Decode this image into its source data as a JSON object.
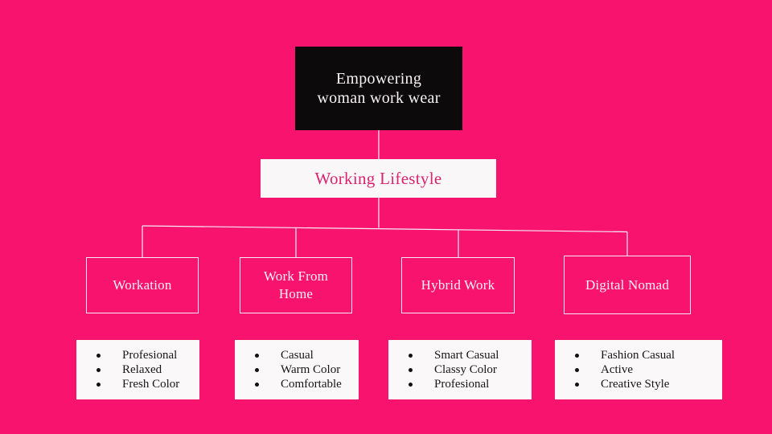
{
  "slide": {
    "background_color": "#f8146e",
    "root_box_color": "#0d0a0b",
    "white_box_color": "#fbf8f9",
    "connector_color": "#f3ebf7",
    "lifestyle_text_color": "#d9246f"
  },
  "tree": {
    "root": {
      "title": "Empowering\nwoman work wear"
    },
    "level2": {
      "label": "Working Lifestyle"
    },
    "branches": [
      {
        "label": "Workation",
        "items": [
          "Profesional",
          "Relaxed",
          "Fresh Color"
        ]
      },
      {
        "label": "Work From\nHome",
        "items": [
          "Casual",
          "Warm Color",
          "Comfortable"
        ]
      },
      {
        "label": "Hybrid Work",
        "items": [
          "Smart Casual",
          "Classy Color",
          "Profesional"
        ]
      },
      {
        "label": "Digital Nomad",
        "items": [
          "Fashion Casual",
          "Active",
          "Creative Style"
        ]
      }
    ]
  }
}
